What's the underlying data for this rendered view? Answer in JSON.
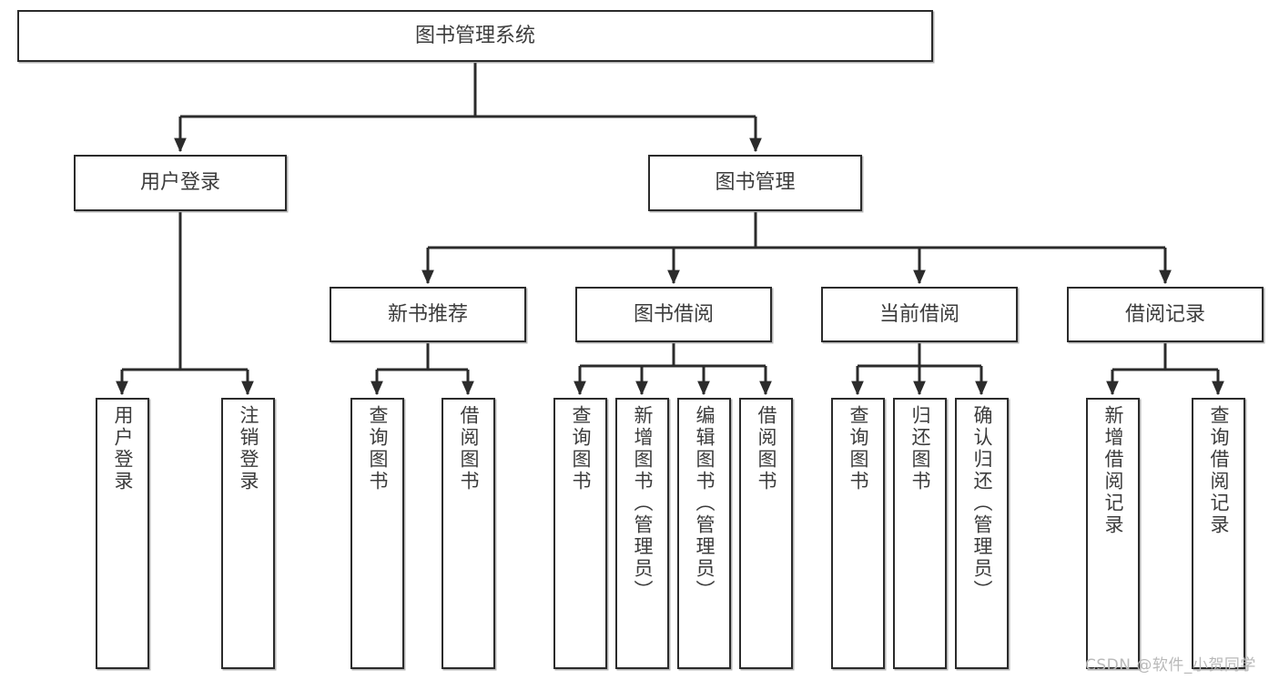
{
  "diagram": {
    "title": "图书管理系统",
    "type": "tree-hierarchy-chart",
    "watermark": "CSDN @软件_小贺同学",
    "colors": {
      "border": "#2b2b2b",
      "text": "#3c3c3c",
      "background": "#ffffff",
      "watermark": "#b9b9b9"
    },
    "levels": {
      "root": {
        "label": "图书管理系统"
      },
      "level2": [
        {
          "label": "用户登录"
        },
        {
          "label": "图书管理"
        }
      ],
      "level3": [
        {
          "label": "新书推荐"
        },
        {
          "label": "图书借阅"
        },
        {
          "label": "当前借阅"
        },
        {
          "label": "借阅记录"
        }
      ],
      "leaves": {
        "user_login": [
          {
            "label": "用户登录"
          },
          {
            "label": "注销登录"
          }
        ],
        "new_book_recommend": [
          {
            "label": "查询图书"
          },
          {
            "label": "借阅图书"
          }
        ],
        "book_borrow": [
          {
            "label": "查询图书"
          },
          {
            "label": "新增图书（管理员）"
          },
          {
            "label": "编辑图书（管理员）"
          },
          {
            "label": "借阅图书"
          }
        ],
        "current_borrow": [
          {
            "label": "查询图书"
          },
          {
            "label": "归还图书"
          },
          {
            "label": "确认归还（管理员）"
          }
        ],
        "borrow_record": [
          {
            "label": "新增借阅记录"
          },
          {
            "label": "查询借阅记录"
          }
        ]
      }
    }
  }
}
